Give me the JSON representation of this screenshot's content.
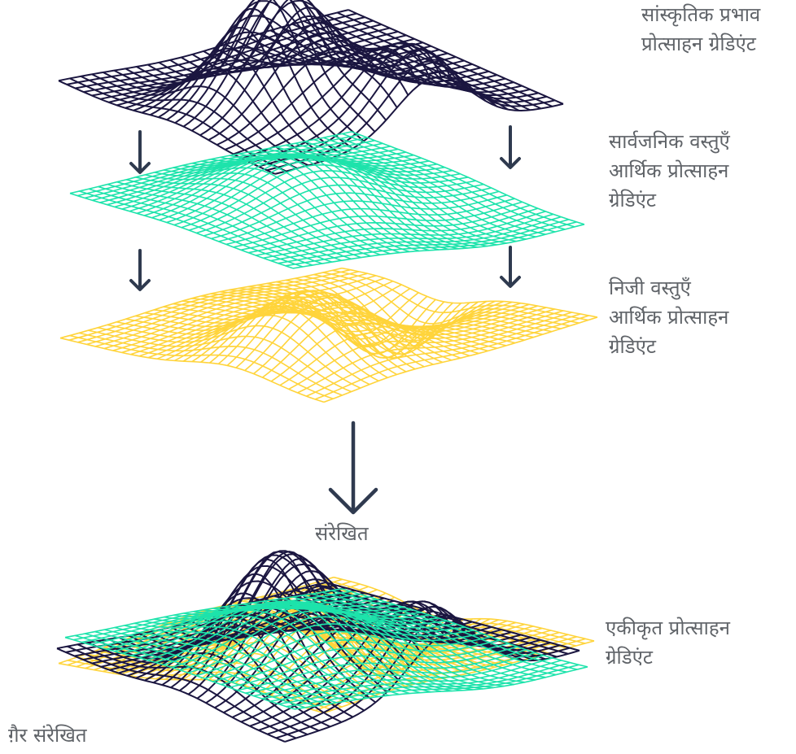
{
  "labels": {
    "cultural": [
      "सांस्कृतिक प्रभाव",
      "प्रोत्साहन ग्रेडिएंट"
    ],
    "public": [
      "सार्वजनिक वस्तुएँ",
      "आर्थिक प्रोत्साहन",
      "ग्रेडिएंट"
    ],
    "private": [
      "निजी वस्तुएँ",
      "आर्थिक प्रोत्साहन",
      "ग्रेडिएंट"
    ],
    "aligned": "संरेखित",
    "integrated": [
      "एकीकृत प्रोत्साहन",
      "ग्रेडिएंट"
    ],
    "unaligned": "ग़ैर संरेखित"
  },
  "colors": {
    "cultural": "#1b1640",
    "public": "#1de3ab",
    "private": "#ffd43b",
    "arrow": "#2f3a4f",
    "text": "#5f6368"
  }
}
